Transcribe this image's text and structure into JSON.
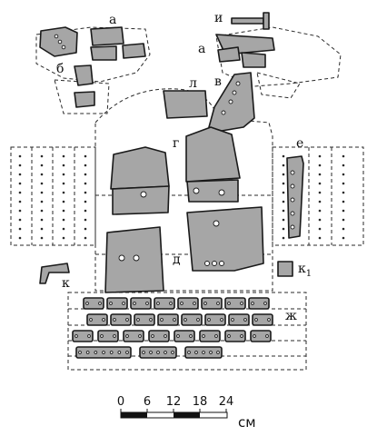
{
  "labels": {
    "a_top": "а",
    "a_right": "а",
    "b": "б",
    "v": "в",
    "g": "г",
    "d": "д",
    "e": "е",
    "zh": "ж",
    "i": "и",
    "k": "к",
    "k1": "к",
    "k1_sub": "1",
    "l": "л"
  },
  "scale": {
    "ticks": [
      "0",
      "6",
      "12",
      "18",
      "24"
    ],
    "unit": "см"
  },
  "colors": {
    "fragment_fill": "#a6a6a6",
    "line": "#1a1a1a",
    "background": "#ffffff"
  }
}
